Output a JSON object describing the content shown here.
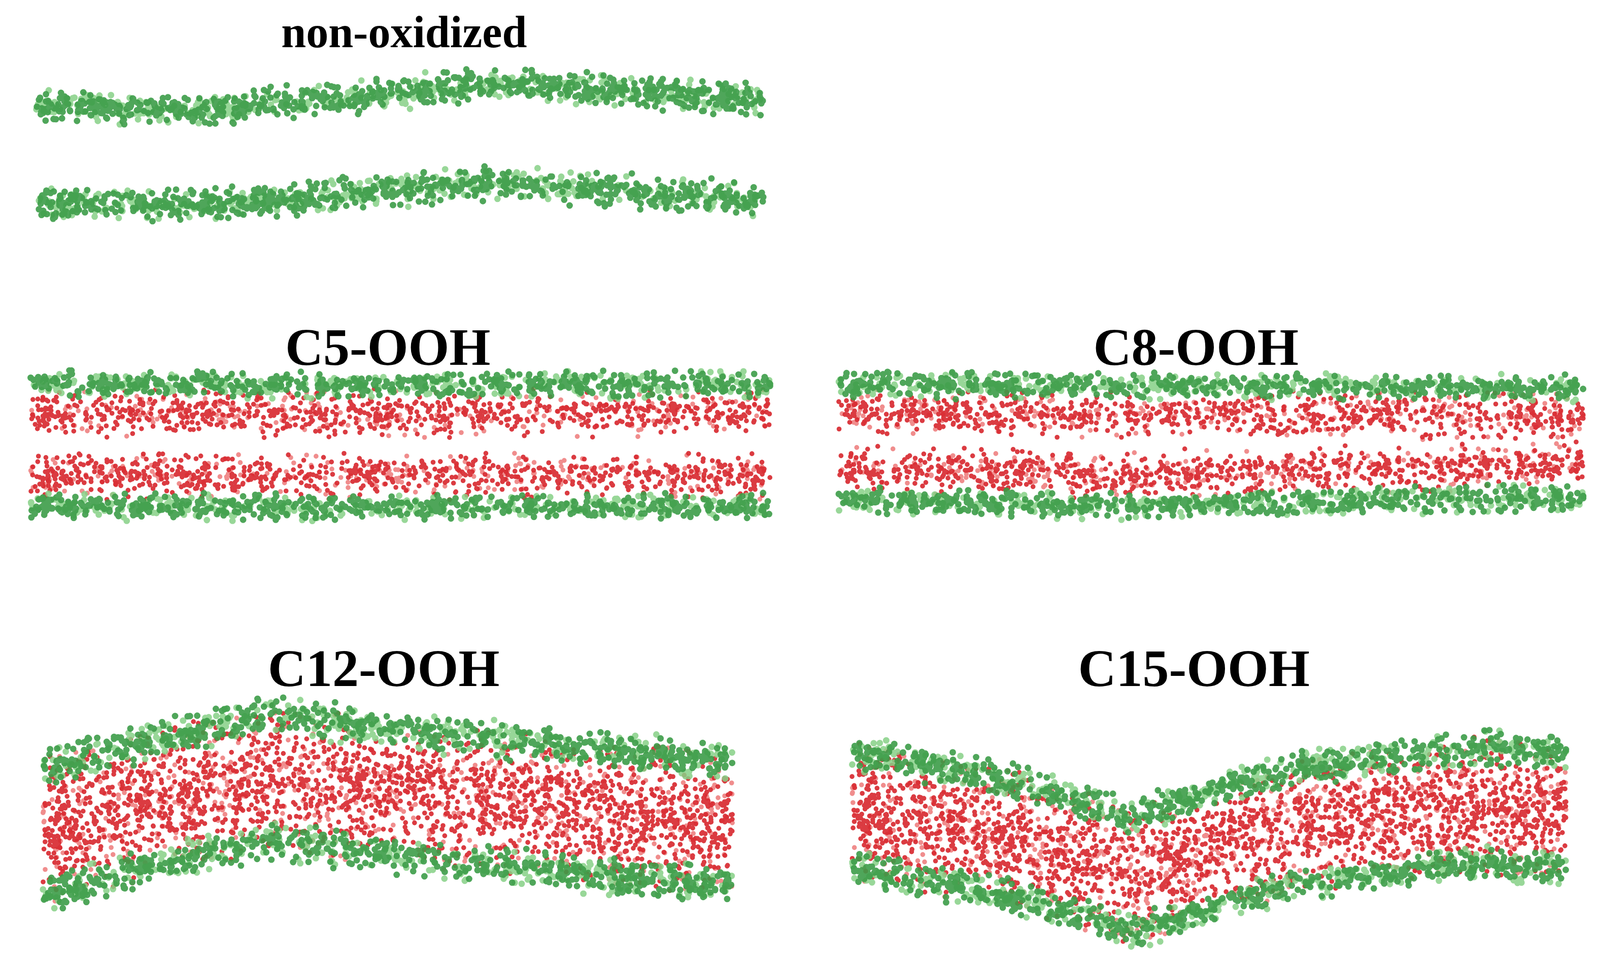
{
  "diagram": {
    "labels": [
      "non-oxidized",
      "C5-OOH",
      "C8-OOH",
      "C12-OOH",
      "C15-OOH"
    ]
  }
}
